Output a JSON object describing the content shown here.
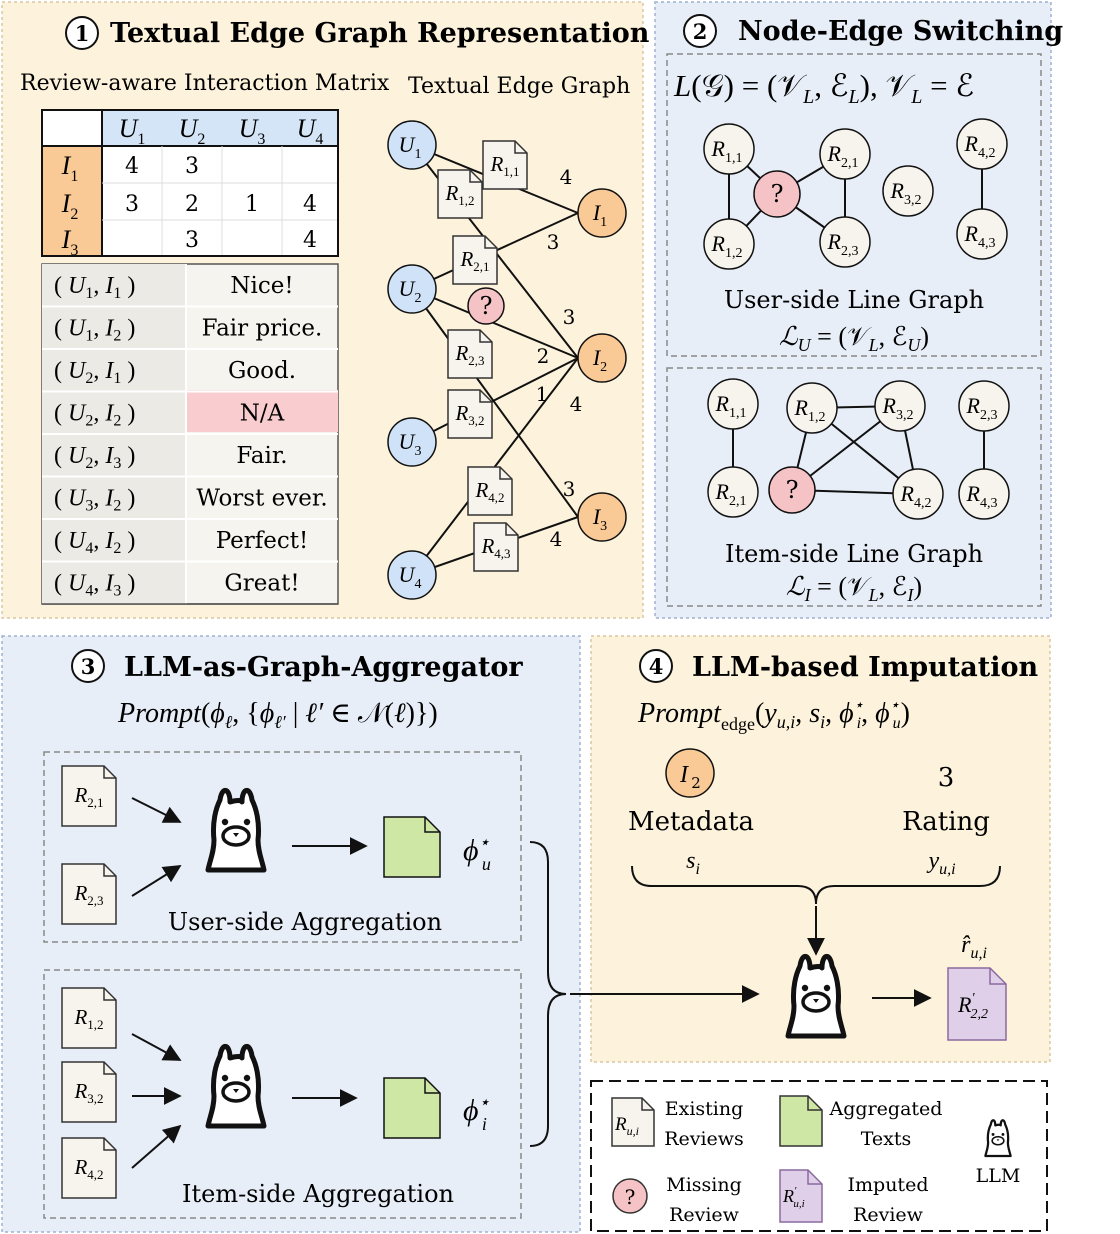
{
  "panel1": {
    "num": "1",
    "title": "Textual Edge Graph Representation",
    "matrix_title": "Review-aware Interaction Matrix",
    "graph_title": "Textual Edge Graph",
    "matrix": {
      "cols": [
        "U",
        "U",
        "U",
        "U"
      ],
      "col_subs": [
        "1",
        "2",
        "3",
        "4"
      ],
      "rows": [
        "I",
        "I",
        "I"
      ],
      "row_subs": [
        "1",
        "2",
        "3"
      ],
      "cells": [
        [
          "4",
          "3",
          "",
          ""
        ],
        [
          "3",
          "2",
          "1",
          "4"
        ],
        [
          "",
          "3",
          "",
          "4"
        ]
      ]
    },
    "reviews": [
      {
        "u": "1",
        "i": "1",
        "text": "Nice!"
      },
      {
        "u": "1",
        "i": "2",
        "text": "Fair price."
      },
      {
        "u": "2",
        "i": "1",
        "text": "Good."
      },
      {
        "u": "2",
        "i": "2",
        "text": "N/A"
      },
      {
        "u": "2",
        "i": "3",
        "text": "Fair."
      },
      {
        "u": "3",
        "i": "2",
        "text": "Worst ever."
      },
      {
        "u": "4",
        "i": "2",
        "text": "Perfect!"
      },
      {
        "u": "4",
        "i": "3",
        "text": "Great!"
      }
    ],
    "graph": {
      "users": [
        "1",
        "2",
        "3",
        "4"
      ],
      "items": [
        "1",
        "2",
        "3"
      ],
      "edge_ratings": [
        "4",
        "3",
        "3",
        "2",
        "1",
        "4",
        "3",
        "4"
      ],
      "doc_subs": [
        "1,1",
        "1,2",
        "2,1",
        "2,3",
        "3,2",
        "4,2",
        "4,3"
      ],
      "missing": "?"
    }
  },
  "panel2": {
    "num": "2",
    "title": "Node-Edge Switching",
    "formula": "L(𝒢) = (𝒱_L, ℰ_L),  𝒱_L = ℰ",
    "user_nodes": [
      "1,1",
      "2,1",
      "1,2",
      "2,3",
      "3,2",
      "4,2",
      "4,3"
    ],
    "user_caption": "User-side Line Graph",
    "user_formula": "ℒ_U = (𝒱_L, ℰ_U)",
    "item_nodes": [
      "1,1",
      "1,2",
      "3,2",
      "2,3",
      "2,1",
      "4,2",
      "4,3"
    ],
    "item_caption": "Item-side Line Graph",
    "item_formula": "ℒ_I = (𝒱_L, ℰ_I)",
    "missing": "?"
  },
  "panel3": {
    "num": "3",
    "title": "LLM-as-Graph-Aggregator",
    "prompt": "Prompt(ϕ_ℓ, {ϕ_ℓ′ | ℓ′ ∈ 𝒩(ℓ)})",
    "user_docs": [
      "2,1",
      "2,3"
    ],
    "user_caption": "User-side Aggregation",
    "user_out": "ϕ*_u",
    "item_docs": [
      "1,2",
      "3,2",
      "4,2"
    ],
    "item_caption": "Item-side Aggregation",
    "item_out": "ϕ*_i"
  },
  "panel4": {
    "num": "4",
    "title": "LLM-based Imputation",
    "prompt": "Prompt_edge(y_u,i,  s_i,  ϕ*_i, ϕ*_u)",
    "item_node": "2",
    "rating_value": "3",
    "metadata_label": "Metadata",
    "rating_label": "Rating",
    "s_label": "s_i",
    "y_label": "y_u,i",
    "rhat": "r̂_u,i",
    "output_doc": "R′_2,2"
  },
  "legend": {
    "existing": [
      "Existing",
      "Reviews"
    ],
    "aggregated": [
      "Aggregated",
      "Texts"
    ],
    "llm": "LLM",
    "missing": [
      "Missing",
      "Review"
    ],
    "imputed": [
      "Imputed",
      "Review"
    ],
    "existing_icon_sub": "u,i",
    "imputed_icon_sub": "u,i"
  },
  "colors": {
    "yellow_panel": "#fdf3dc",
    "blue_panel": "#e8eef8",
    "user_node": "#cfe2f7",
    "item_node": "#f9c996",
    "review_node": "#f6f4ec",
    "missing": "#f5c3c6",
    "header_cell": "#d4e5f7",
    "aggregated": "#cfe7a4",
    "imputed": "#e0cfe8",
    "na_cell": "#f9cccf"
  }
}
